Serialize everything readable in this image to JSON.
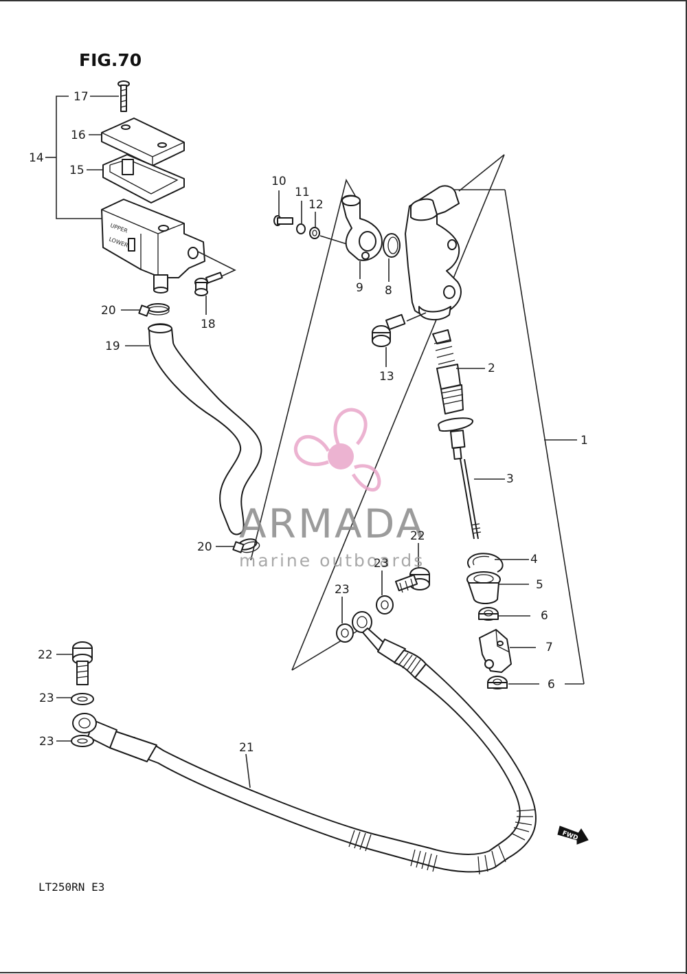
{
  "figure": {
    "title": "FIG.70",
    "model": "LT250RN  E3",
    "fwd": "FWD"
  },
  "reservoir_text": {
    "upper": "UPPER",
    "lower": "LOWER"
  },
  "watermark": {
    "brand": "ARMADA",
    "tagline": "marine outboards",
    "brand_color": "#e9a6c9"
  },
  "callouts": [
    {
      "id": "c1",
      "text": "1"
    },
    {
      "id": "c2",
      "text": "2"
    },
    {
      "id": "c3",
      "text": "3"
    },
    {
      "id": "c4",
      "text": "4"
    },
    {
      "id": "c5",
      "text": "5"
    },
    {
      "id": "c6a",
      "text": "6"
    },
    {
      "id": "c7",
      "text": "7"
    },
    {
      "id": "c6b",
      "text": "6"
    },
    {
      "id": "c8",
      "text": "8"
    },
    {
      "id": "c9",
      "text": "9"
    },
    {
      "id": "c10",
      "text": "10"
    },
    {
      "id": "c11",
      "text": "11"
    },
    {
      "id": "c12",
      "text": "12"
    },
    {
      "id": "c13",
      "text": "13"
    },
    {
      "id": "c14",
      "text": "14"
    },
    {
      "id": "c15",
      "text": "15"
    },
    {
      "id": "c16",
      "text": "16"
    },
    {
      "id": "c17",
      "text": "17"
    },
    {
      "id": "c18",
      "text": "18"
    },
    {
      "id": "c19",
      "text": "19"
    },
    {
      "id": "c20a",
      "text": "20"
    },
    {
      "id": "c20b",
      "text": "20"
    },
    {
      "id": "c21",
      "text": "21"
    },
    {
      "id": "c22a",
      "text": "22"
    },
    {
      "id": "c22b",
      "text": "22"
    },
    {
      "id": "c23a",
      "text": "23"
    },
    {
      "id": "c23b",
      "text": "23"
    },
    {
      "id": "c23c",
      "text": "23"
    },
    {
      "id": "c23d",
      "text": "23"
    }
  ]
}
